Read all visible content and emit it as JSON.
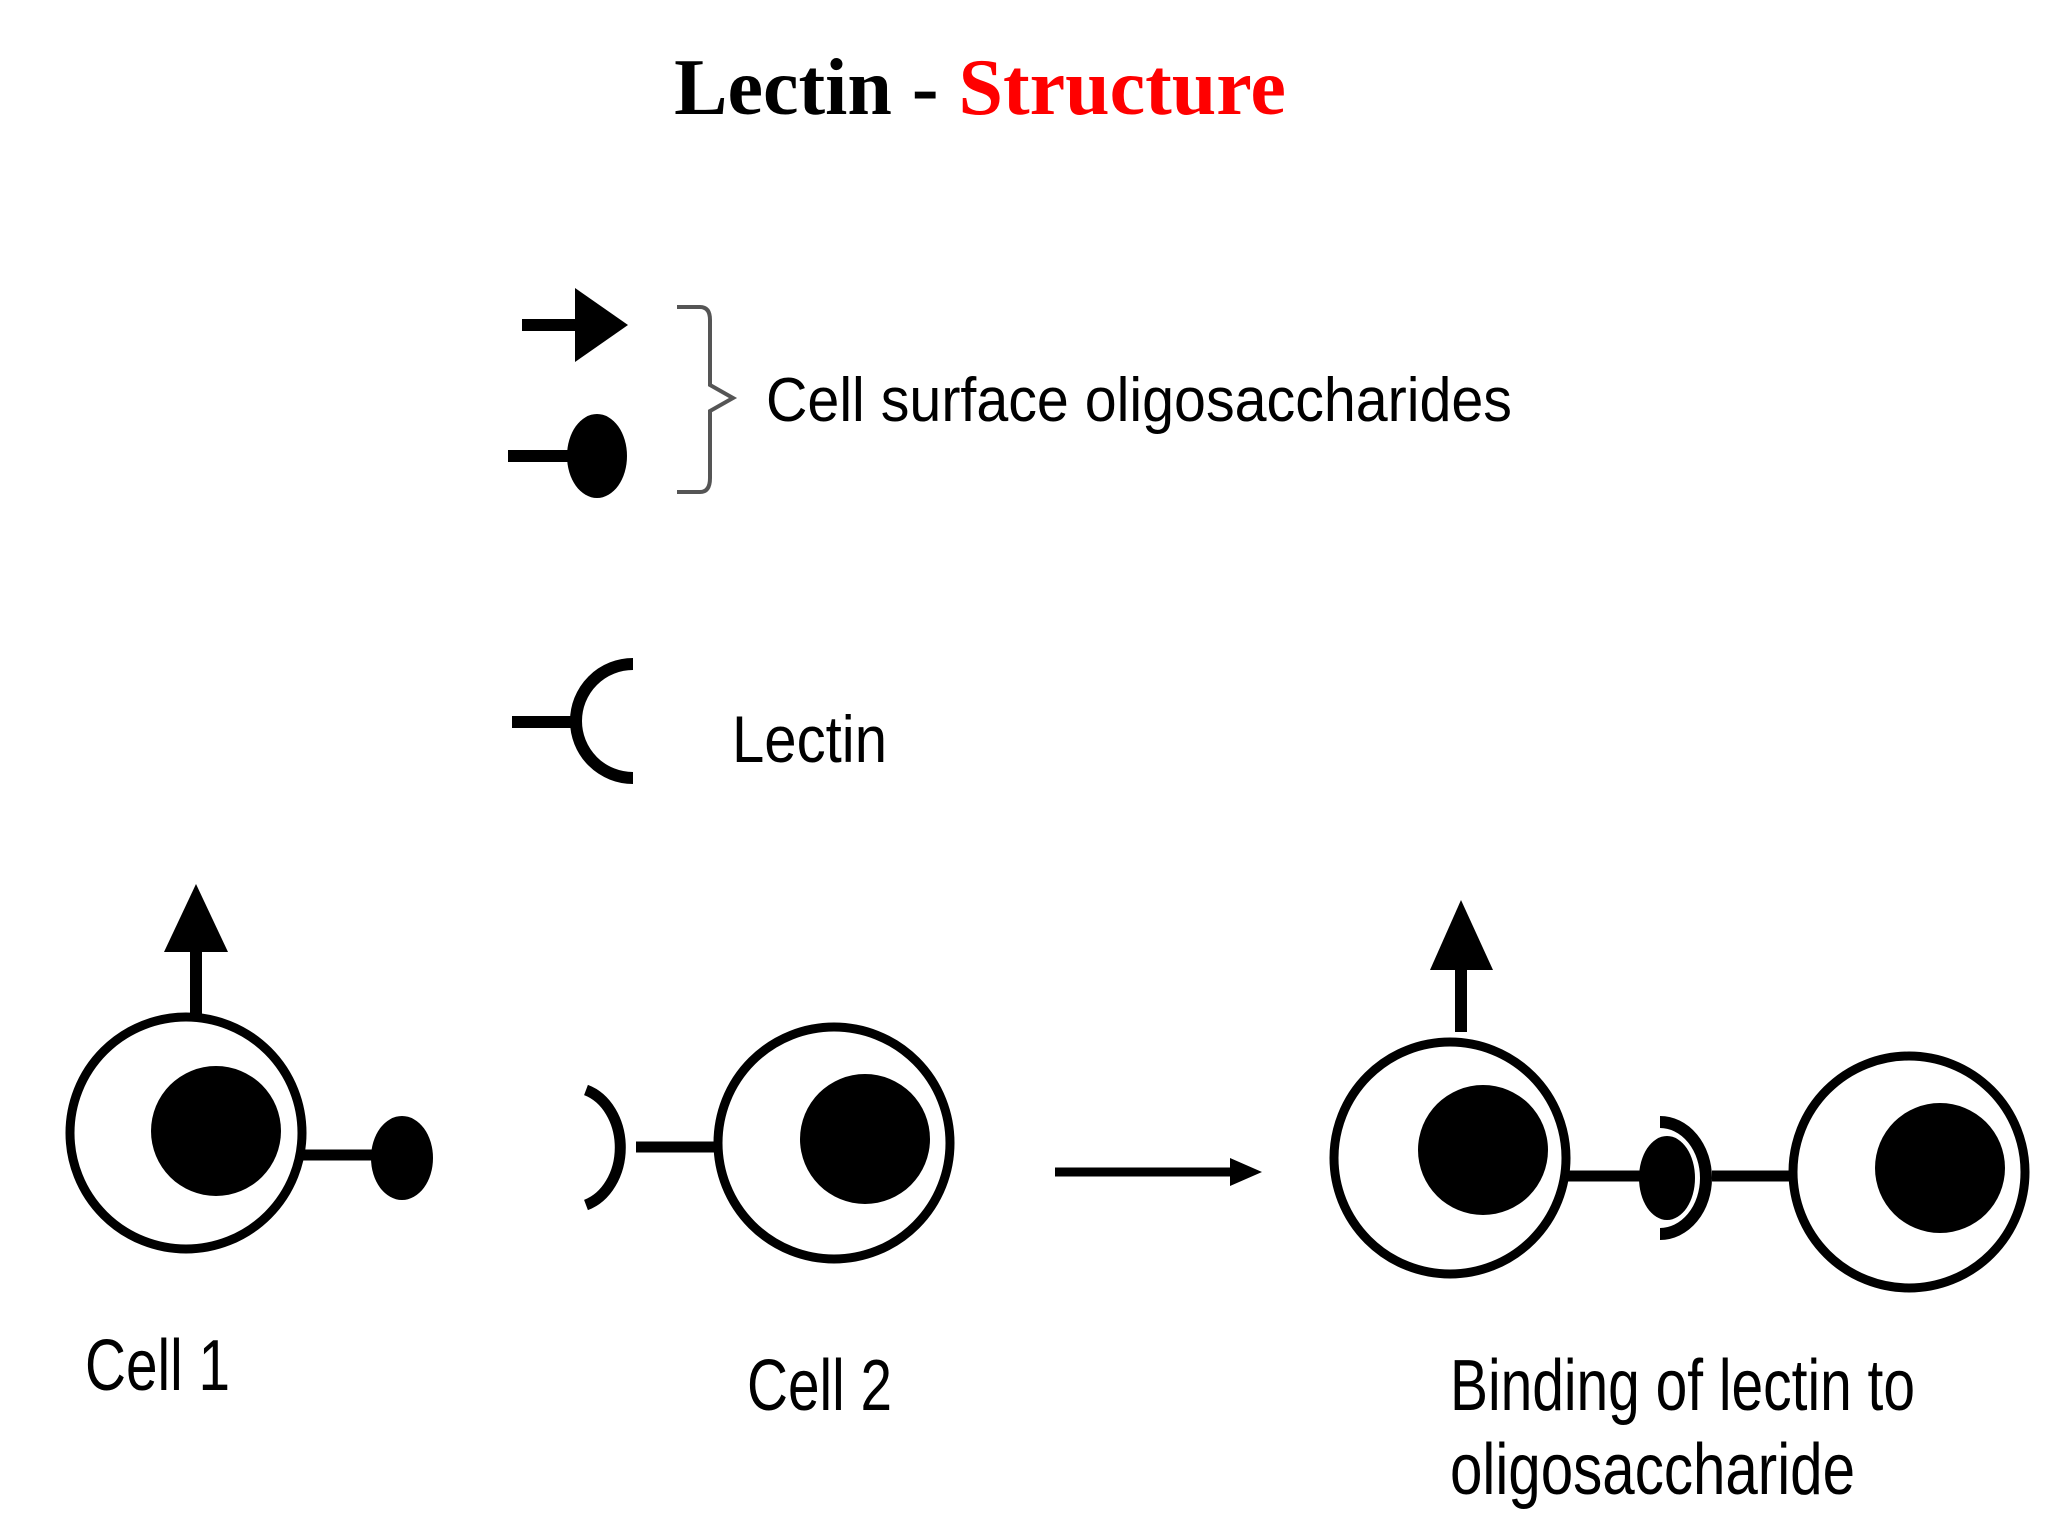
{
  "title": {
    "part1": "Lectin - ",
    "part2": "Structure",
    "color_part1": "#000000",
    "color_part2": "#ff0000"
  },
  "legend": {
    "oligosaccharides_label": "Cell surface oligosaccharides",
    "lectin_label": "Lectin"
  },
  "cells": {
    "cell1_label": "Cell 1",
    "cell2_label": "Cell 2",
    "binding_label_line1": "Binding of lectin to",
    "binding_label_line2": "oligosaccharide"
  }
}
